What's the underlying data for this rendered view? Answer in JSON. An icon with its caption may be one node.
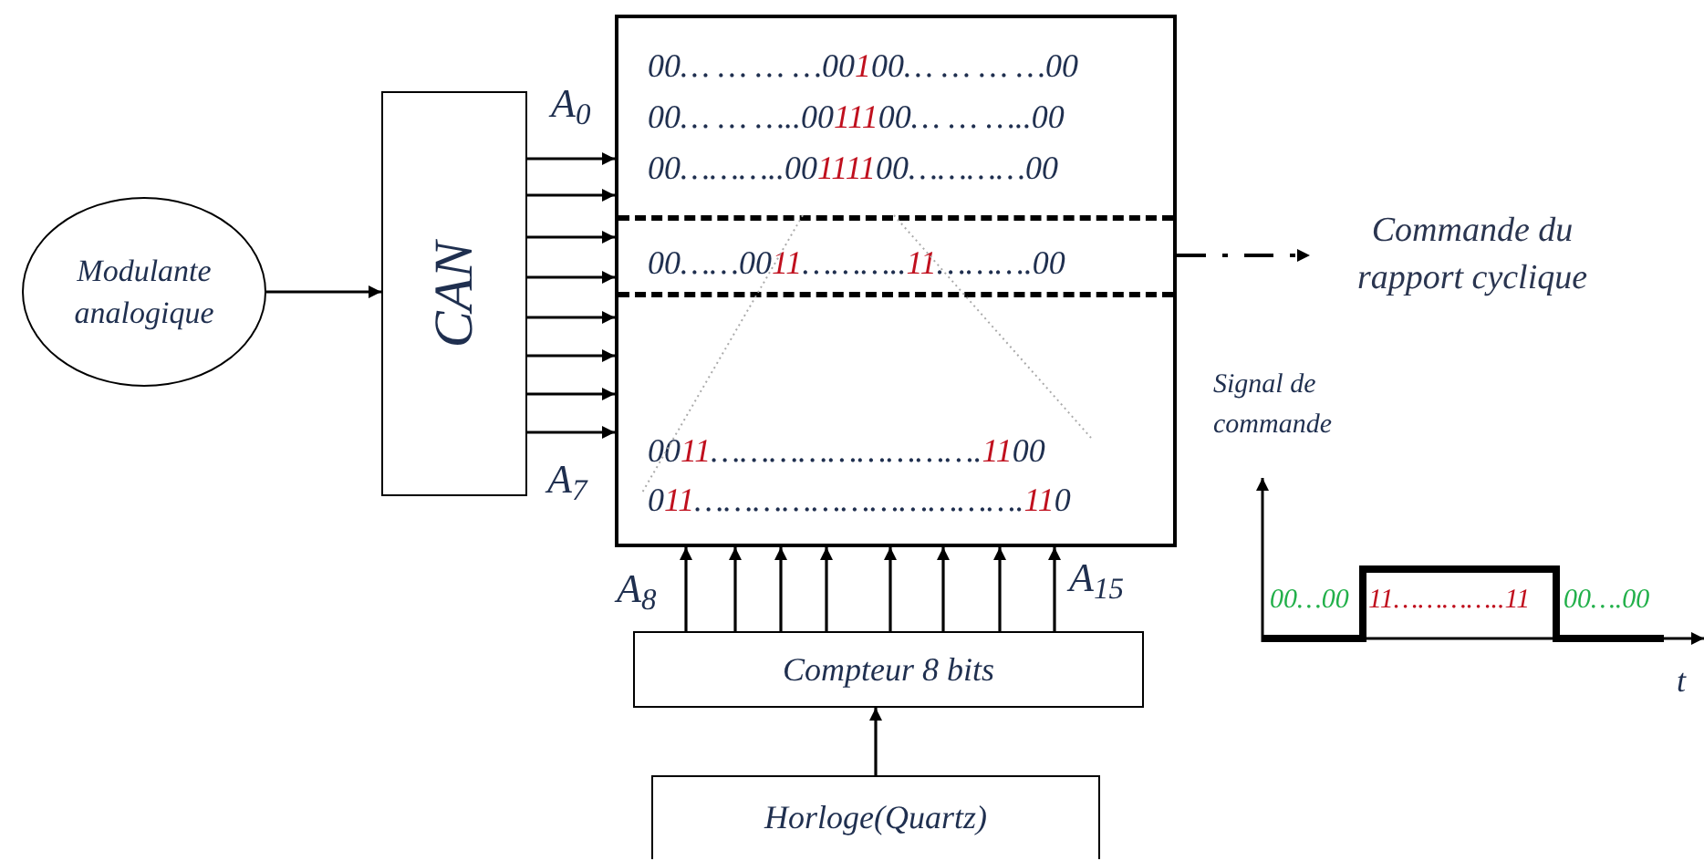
{
  "diagram": {
    "nodes": [
      {
        "text": [
          "Modulante analogique"
        ]
      },
      {
        "text": [
          "CAN"
        ]
      },
      {
        "text": [
          "00… … … …00100… … … …00",
          "00… … …..0011100… … …..00",
          "00………..00111100…………00",
          "00……0011………..11……….00",
          "0011……………………….1100",
          "011…………………………….110"
        ]
      },
      {
        "text": [
          "Compteur 8 bits"
        ]
      },
      {
        "text": [
          "Horloge(Quartz)"
        ]
      },
      {
        "text": [
          "Commande du rapport cyclique"
        ]
      }
    ],
    "edges": [
      {
        "from": 0,
        "to": 1,
        "arrow": "to"
      },
      {
        "from": 1,
        "to": 2,
        "arrow": "to"
      },
      {
        "from": 1,
        "to": 2,
        "arrow": "to"
      },
      {
        "from": 1,
        "to": 2,
        "arrow": "to"
      },
      {
        "from": 1,
        "to": 2,
        "arrow": "to"
      },
      {
        "from": 1,
        "to": 2,
        "arrow": "to"
      },
      {
        "from": 1,
        "to": 2,
        "arrow": "to"
      },
      {
        "from": 1,
        "to": 2,
        "arrow": "to"
      },
      {
        "from": 1,
        "to": 2,
        "arrow": "to"
      },
      {
        "from": 3,
        "to": 2,
        "arrow": "to"
      },
      {
        "from": 3,
        "to": 2,
        "arrow": "to"
      },
      {
        "from": 3,
        "to": 2,
        "arrow": "to"
      },
      {
        "from": 3,
        "to": 2,
        "arrow": "to"
      },
      {
        "from": 3,
        "to": 2,
        "arrow": "to"
      },
      {
        "from": 3,
        "to": 2,
        "arrow": "to"
      },
      {
        "from": 3,
        "to": 2,
        "arrow": "to"
      },
      {
        "from": 3,
        "to": 2,
        "arrow": "to"
      },
      {
        "from": 4,
        "to": 3,
        "arrow": "to"
      },
      {
        "from": 2,
        "to": 5,
        "arrow": "to",
        "style": "dashed"
      }
    ],
    "labels": [
      "A$_{0}$",
      "A$_{7}$",
      "A$_{8}$",
      "A$_{15}$",
      "Signal de commande",
      "00…00",
      "11…………..11",
      "00….00",
      "t"
    ]
  }
}
